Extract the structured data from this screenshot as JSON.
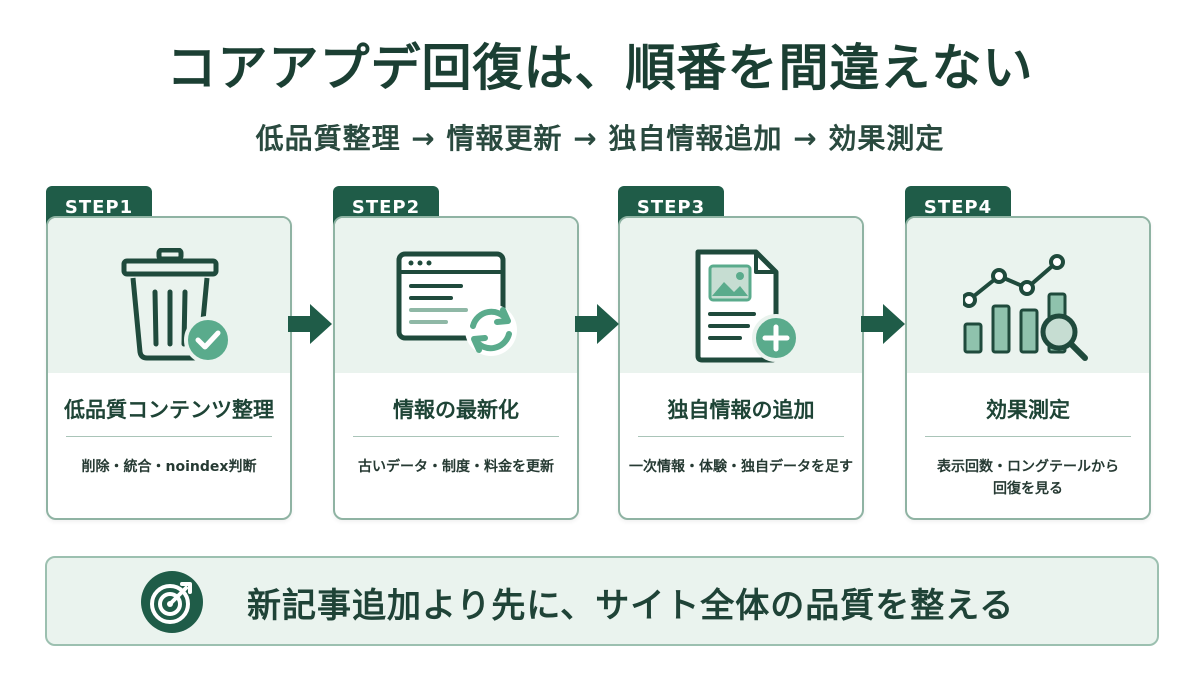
{
  "title": "コアアプデ回復は、順番を間違えない",
  "subtitle": "低品質整理 → 情報更新 → 独自情報追加 → 効果測定",
  "steps": [
    {
      "badge": "STEP1",
      "name": "低品質コンテンツ整理",
      "desc": "削除・統合・noindex判断",
      "icon": "trash-check-icon"
    },
    {
      "badge": "STEP2",
      "name": "情報の最新化",
      "desc": "古いデータ・制度・料金を更新",
      "icon": "browser-refresh-icon"
    },
    {
      "badge": "STEP3",
      "name": "独自情報の追加",
      "desc": "一次情報・体験・独自データを足す",
      "icon": "document-add-icon"
    },
    {
      "badge": "STEP4",
      "name": "効果測定",
      "desc": "表示回数・ロングテールから\n回復を見る",
      "icon": "chart-magnifier-icon"
    }
  ],
  "footer": {
    "message": "新記事追加より先に、サイト全体の品質を整える",
    "icon": "target-icon"
  },
  "colors": {
    "dark_green": "#1f5c48",
    "light_green": "#eaf3ee",
    "accent": "#5aab8c"
  }
}
